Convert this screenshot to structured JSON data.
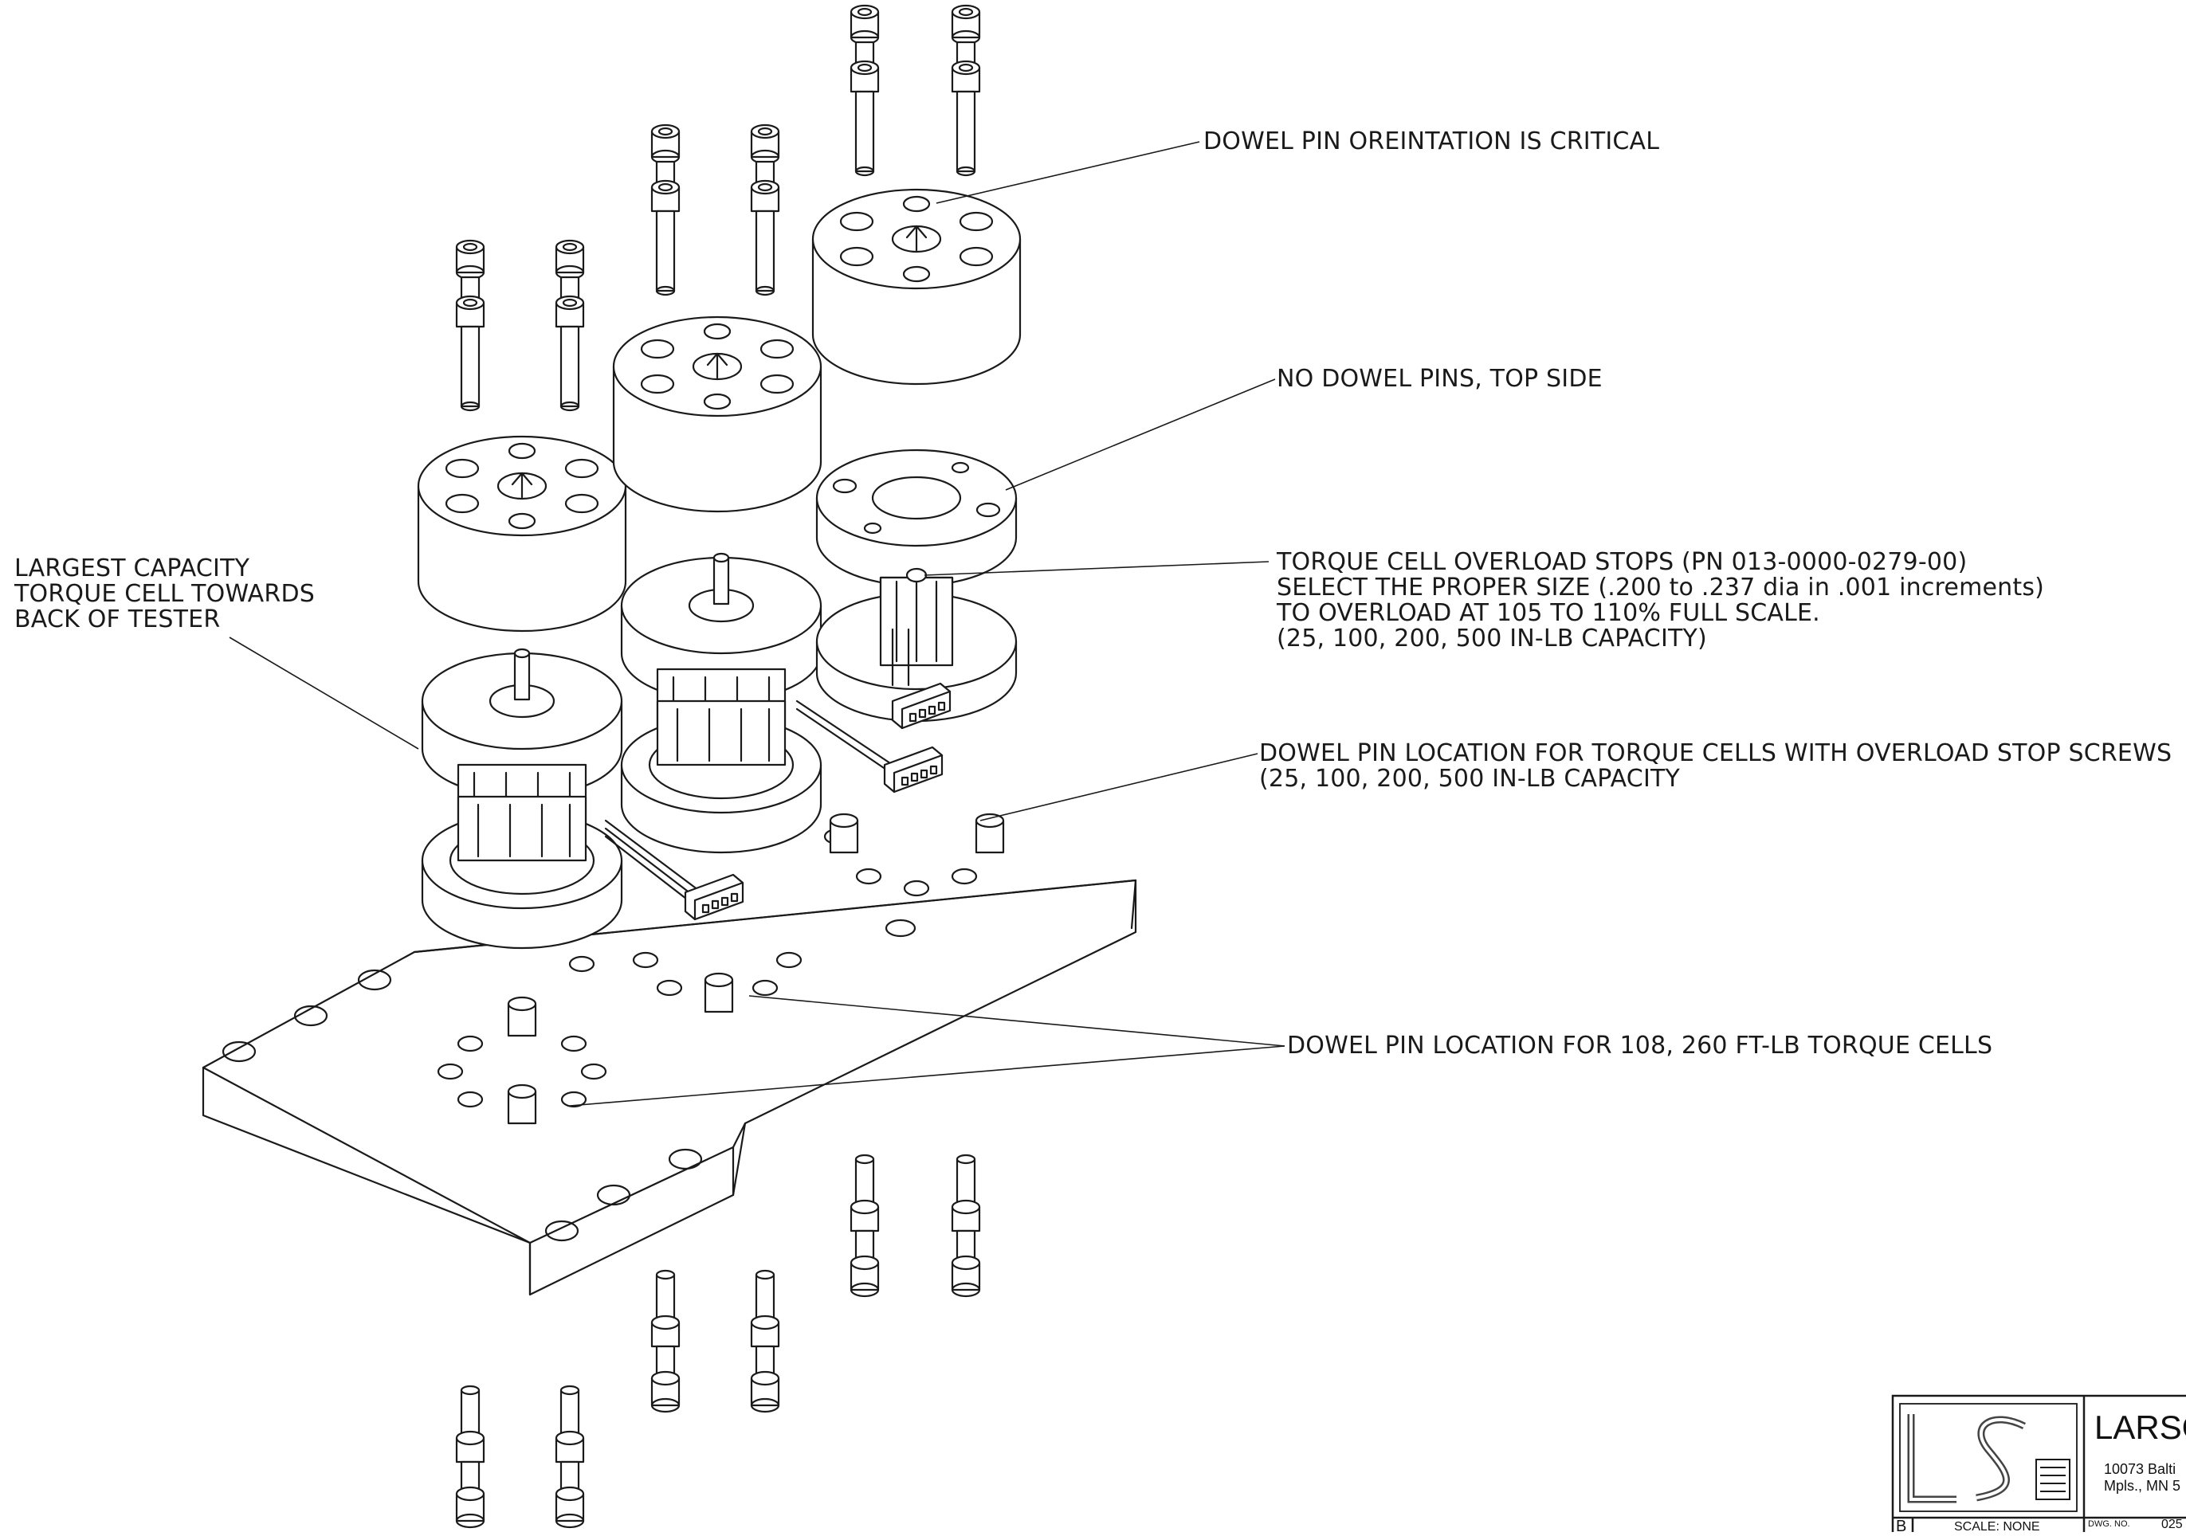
{
  "notes": {
    "dowel_critical": "DOWEL PIN OREINTATION IS CRITICAL",
    "no_dowel_top": "NO DOWEL PINS, TOP SIDE",
    "overload_stops": [
      "TORQUE CELL OVERLOAD STOPS (PN 013-0000-0279-00)",
      "SELECT THE PROPER SIZE (.200 to .237 dia in .001 increments)",
      "TO OVERLOAD AT 105 TO 110% FULL SCALE.",
      "(25, 100, 200, 500 IN-LB CAPACITY)"
    ],
    "largest_capacity": [
      "LARGEST CAPACITY",
      "TORQUE CELL TOWARDS",
      "BACK OF TESTER"
    ],
    "dowel_overload_screws": [
      "DOWEL PIN LOCATION FOR TORQUE CELLS WITH OVERLOAD STOP SCREWS",
      "(25, 100, 200, 500 IN-LB CAPACITY"
    ],
    "dowel_108_260": "DOWEL PIN LOCATION FOR 108, 260 FT-LB TORQUE CELLS"
  },
  "title_block": {
    "logo_text": "LS",
    "company": "LARSO",
    "address": [
      "10073 Balti",
      "Mpls., MN 5"
    ],
    "rev": "B",
    "scale": "SCALE: NONE",
    "dwg_no_label": "DWG. NO.",
    "dwg_no": "025"
  }
}
